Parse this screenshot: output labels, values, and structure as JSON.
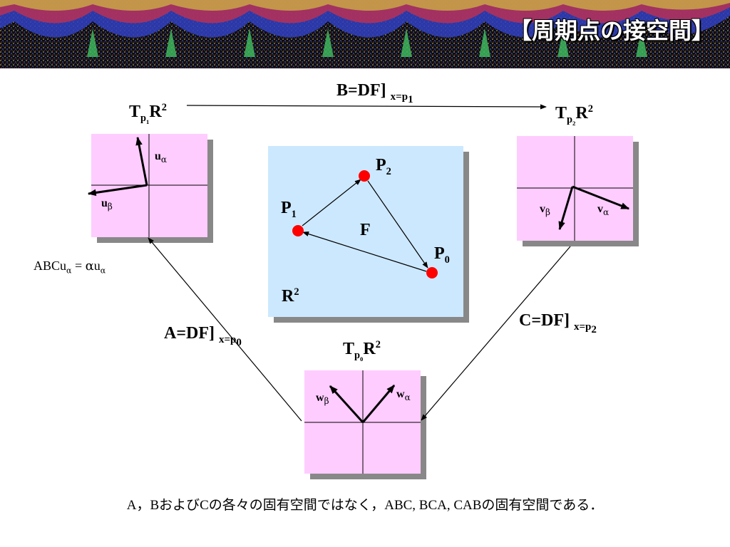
{
  "title": "【周期点の接空間】",
  "maps": {
    "B": {
      "main": "B=DF]",
      "sub_prefix": "x=p",
      "sub_index": "1"
    },
    "A": {
      "main": "A=DF]",
      "sub_prefix": "x=p",
      "sub_index": "0"
    },
    "C": {
      "main": "C=DF]",
      "sub_prefix": "x=p",
      "sub_index": "2"
    }
  },
  "tangent_spaces": {
    "p1": {
      "T": "T",
      "sub": "p",
      "subsub": "1",
      "R": "R",
      "sup": "2",
      "vectors": [
        {
          "base": "u",
          "greek": "α"
        },
        {
          "base": "u",
          "greek": "β"
        }
      ]
    },
    "p2": {
      "T": "T",
      "sub": "p",
      "subsub": "2",
      "R": "R",
      "sup": "2",
      "vectors": [
        {
          "base": "v",
          "greek": "β"
        },
        {
          "base": "v",
          "greek": "α"
        }
      ]
    },
    "p0": {
      "T": "T",
      "sub": "p",
      "subsub": "0",
      "R": "R",
      "sup": "2",
      "vectors": [
        {
          "base": "w",
          "greek": "β"
        },
        {
          "base": "w",
          "greek": "α"
        }
      ]
    }
  },
  "plane": {
    "points": [
      {
        "base": "P",
        "index": "1"
      },
      {
        "base": "P",
        "index": "2"
      },
      {
        "base": "P",
        "index": "0"
      }
    ],
    "map_label": "F",
    "space": {
      "base": "R",
      "sup": "2"
    }
  },
  "eigen_note": {
    "lhs": "ABCu",
    "lhs_sub": "α",
    "eq": " = ",
    "rhs_greek": "α",
    "rhs_u": "u",
    "rhs_sub": "α"
  },
  "caption": "A，BおよびCの各々の固有空間ではなく，ABC, BCA, CABの固有空間である．",
  "colors": {
    "box_pink": "#FFCCFF",
    "plane_blue": "#CCE8FF",
    "point_red": "#FF0000",
    "shadow": "#888888"
  }
}
